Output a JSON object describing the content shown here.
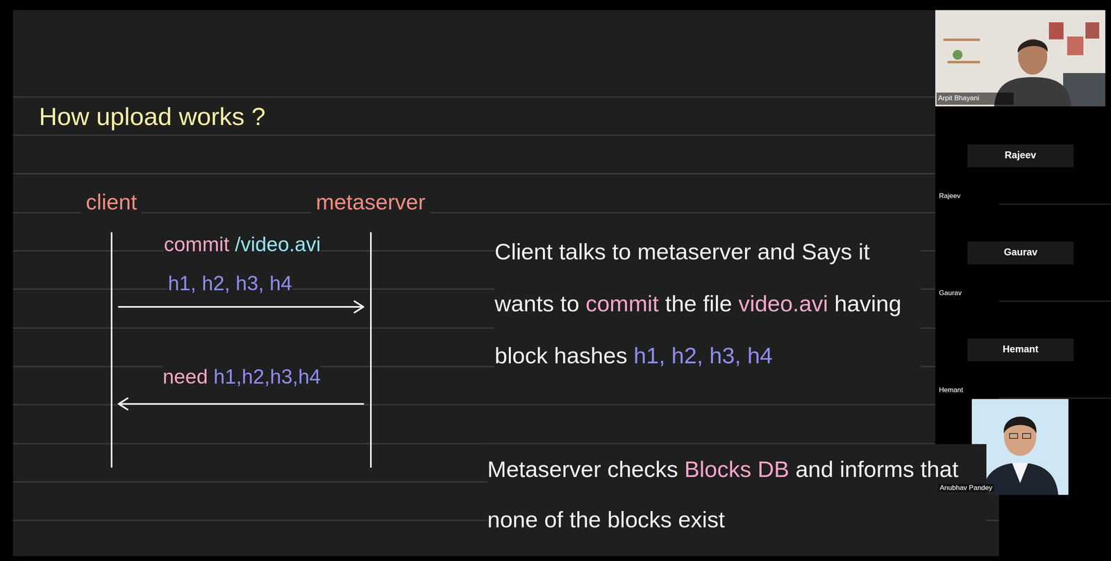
{
  "diagram": {
    "title": "How upload works ?",
    "nodes": [
      {
        "text": [
          "client"
        ]
      },
      {
        "text": [
          "metaserver"
        ]
      }
    ],
    "edges": [
      {
        "from": 0,
        "to": 1,
        "arrow": "to",
        "label": "commit /video.avi"
      },
      {
        "from": 1,
        "to": 0,
        "arrow": "to",
        "label": "need h1,h2,h3,h4"
      }
    ],
    "labels": [
      "h1, h2, h3, h4",
      "Client talks to metaserver and Says it wants to commit the file video.avi having block hashes h1, h2, h3, h4",
      "Metaserver checks Blocks DB and informs that none of the blocks exist",
      "Arpit Bhayani",
      "Rajeev",
      "Rajeev",
      "Gaurav",
      "Gaurav",
      "Hemant",
      "Hemant",
      "Anubhav Pandey"
    ]
  }
}
